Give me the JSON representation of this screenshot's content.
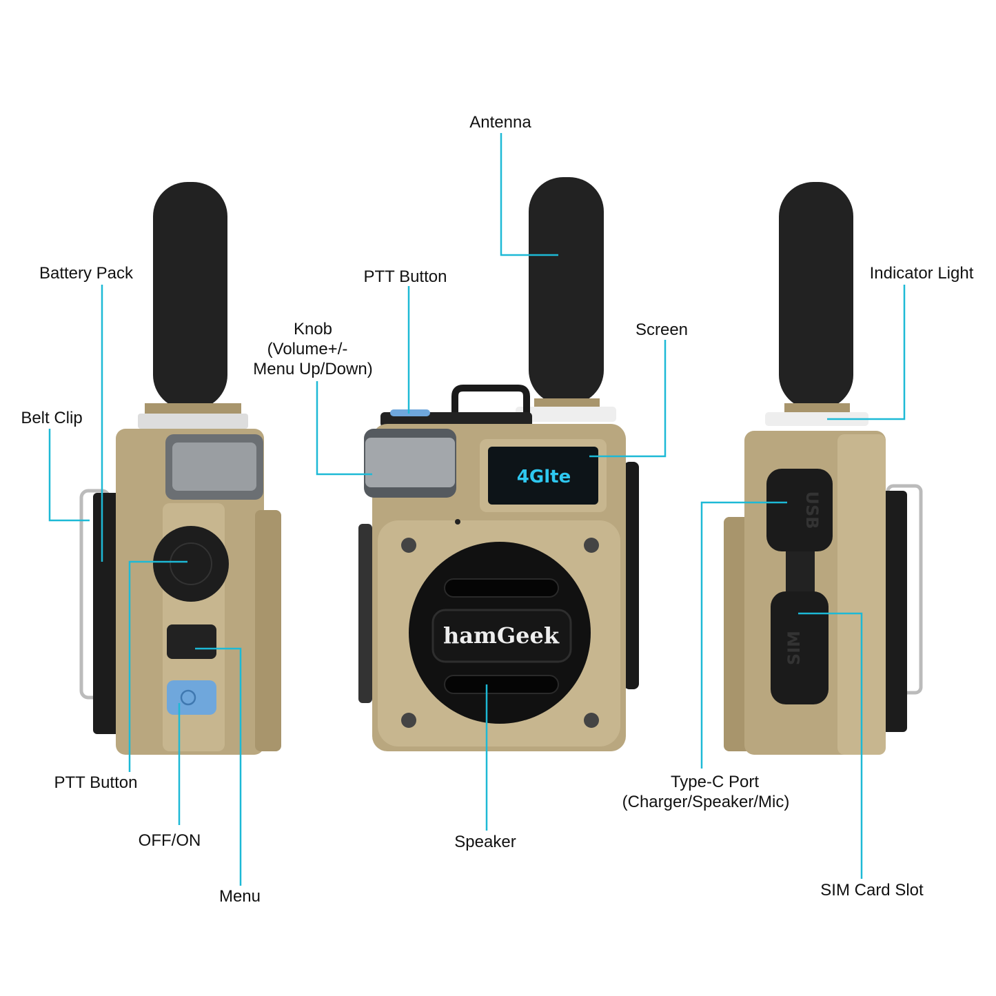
{
  "labels": {
    "antenna": "Antenna",
    "battery_pack": "Battery Pack",
    "belt_clip": "Belt Clip",
    "knob_line1": "Knob",
    "knob_line2": "(Volume+/-",
    "knob_line3": "Menu Up/Down)",
    "ptt_top": "PTT Button",
    "screen": "Screen",
    "indicator_light": "Indicator Light",
    "ptt_side": "PTT Button",
    "off_on": "OFF/ON",
    "menu": "Menu",
    "speaker": "Speaker",
    "typec_line1": "Type-C Port",
    "typec_line2": "(Charger/Speaker/Mic)",
    "sim_slot": "SIM Card Slot"
  },
  "device": {
    "screen_text": "4Glte",
    "brand_logo": "hamGeek",
    "usb_cap_text": "USB",
    "sim_cap_text": "SIM"
  },
  "colors": {
    "leader_line": "#1db9d6",
    "body": "#b9a77f",
    "screen_glow": "#2ec8f0",
    "button_blue": "#6fa7dc"
  }
}
